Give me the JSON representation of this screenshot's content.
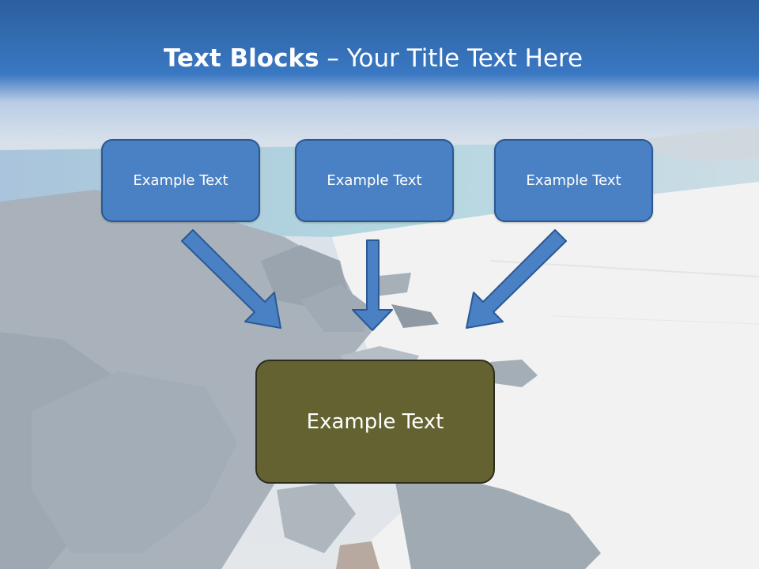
{
  "title": {
    "bold": "Text Blocks",
    "dash": "–",
    "rest": "Your Title Text Here"
  },
  "blocks": [
    "Example Text",
    "Example Text",
    "Example Text"
  ],
  "bottom_block": "Example Text",
  "colors": {
    "block_fill": "#4a80c4",
    "block_border": "#2b5994",
    "bottom_fill": "#636230",
    "arrow_fill": "#4a80c4",
    "header_blue": "#3b78c4"
  }
}
